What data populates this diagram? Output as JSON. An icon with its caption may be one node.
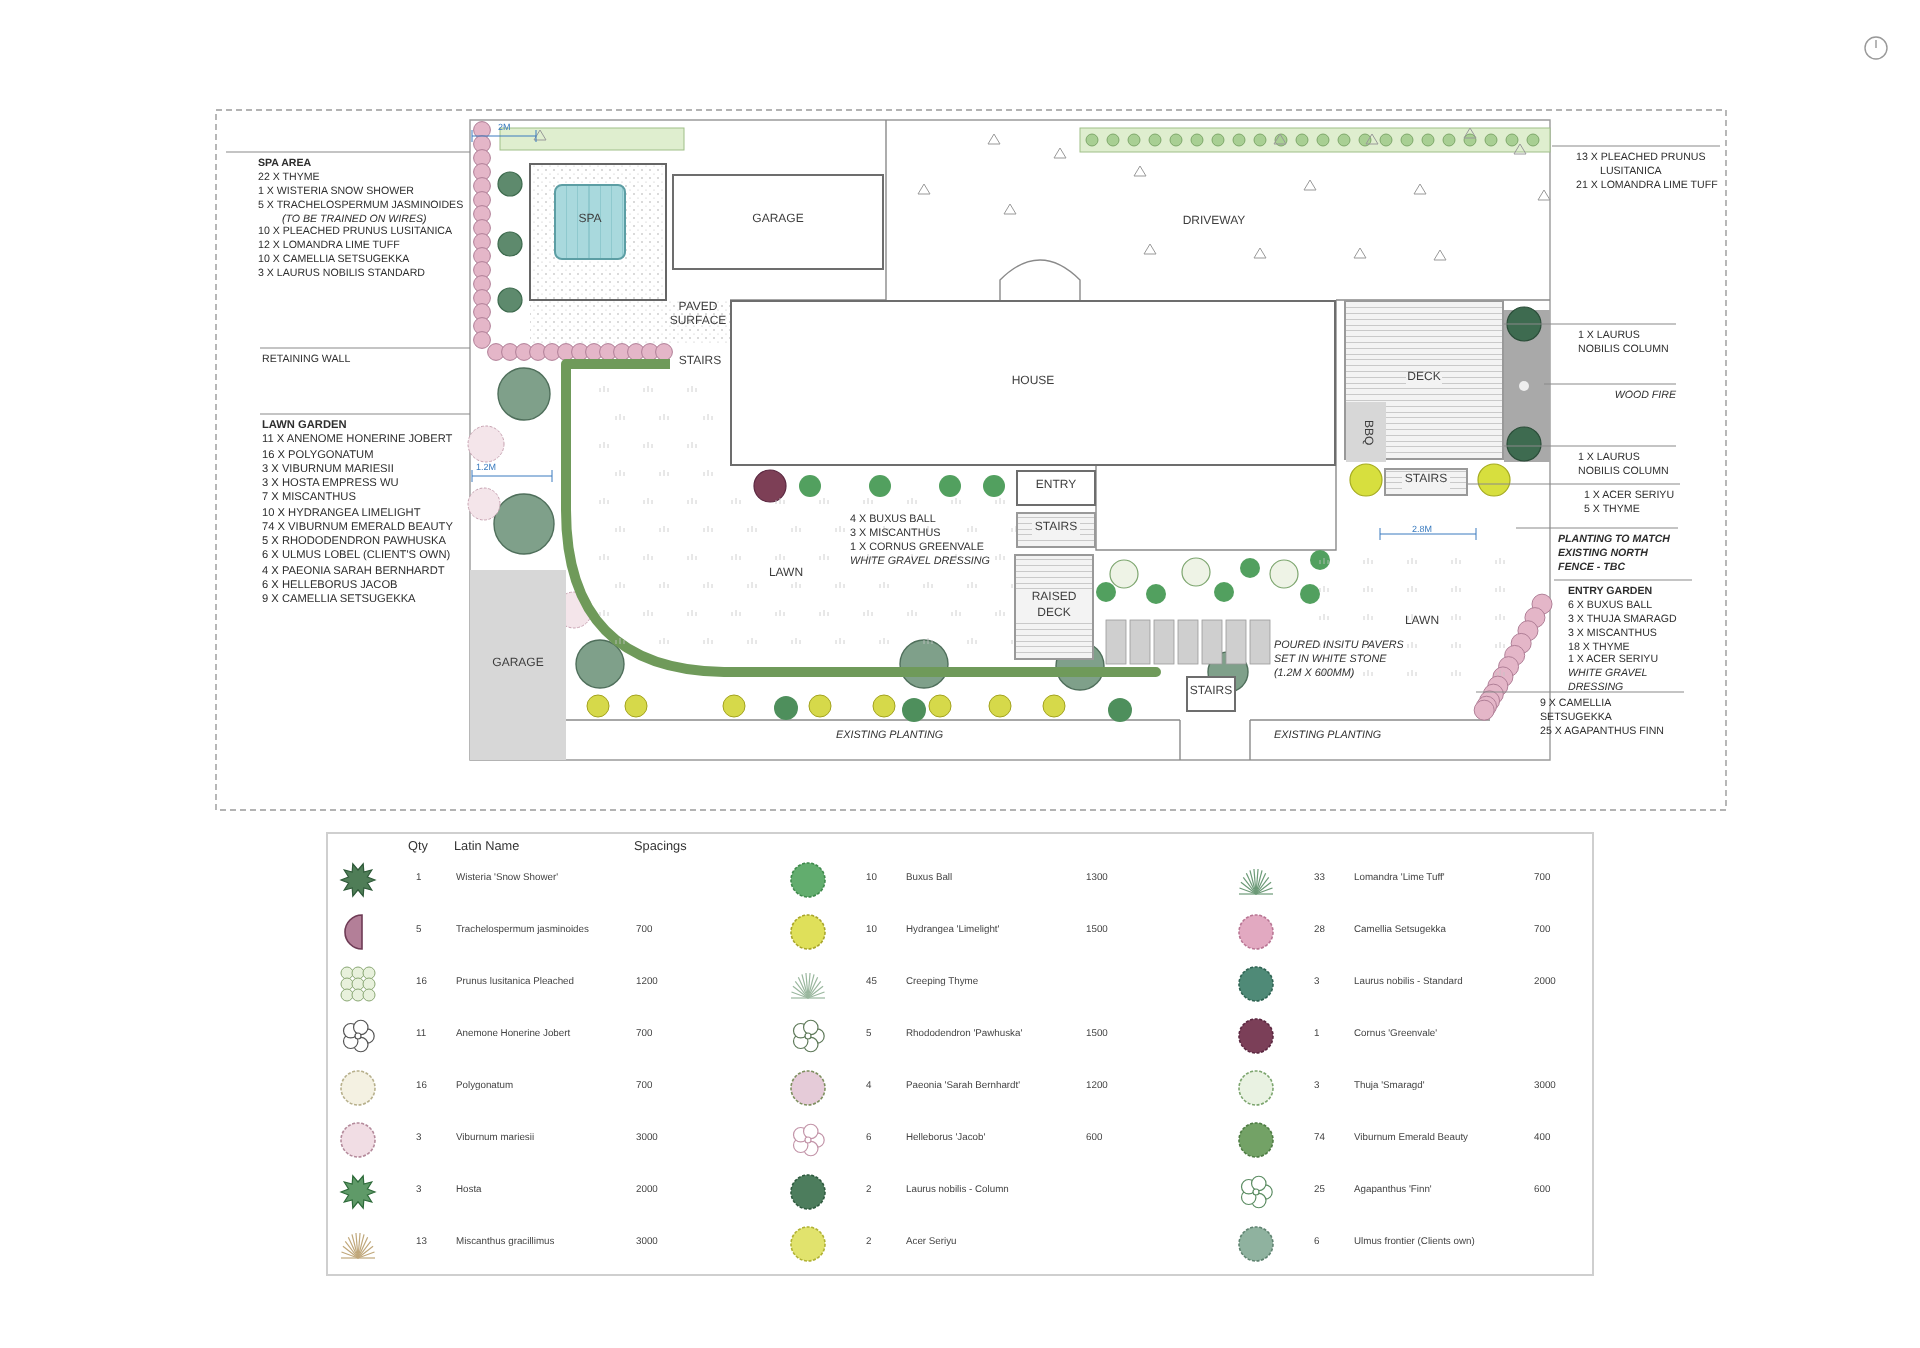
{
  "diagram": {
    "nodes": [
      {
        "text": [
          "SPA AREA",
          "22 X THYME",
          "1 X WISTERIA SNOW SHOWER",
          "5 X TRACHELOSPERMUM JASMINOIDES",
          "(TO BE TRAINED ON WIRES)",
          "10 X PLEACHED PRUNUS LUSITANICA",
          "12 X LOMANDRA LIME TUFF",
          "10 X CAMELLIA SETSUGEKKA",
          "3 X LAURUS NOBILIS STANDARD"
        ]
      },
      {
        "text": [
          "RETAINING WALL"
        ]
      },
      {
        "text": [
          "LAWN GARDEN",
          "11 X ANENOME HONERINE JOBERT",
          "16 X POLYGONATUM",
          "3 X VIBURNUM MARIESII",
          "3 X HOSTA EMPRESS WU",
          "7 X MISCANTHUS",
          "10 X HYDRANGEA LIMELIGHT",
          "74 X VIBURNUM EMERALD BEAUTY",
          "5 X RHODODENDRON PAWHUSKA",
          "6 X ULMUS LOBEL (CLIENT'S OWN)",
          "4 X PAEONIA SARAH BERNHARDT",
          "6 X HELLEBORUS JACOB",
          "9 X CAMELLIA SETSUGEKKA"
        ]
      },
      {
        "text": [
          "SPA"
        ]
      },
      {
        "text": [
          "GARAGE"
        ]
      },
      {
        "text": [
          "DRIVEWAY"
        ]
      },
      {
        "text": [
          "PAVED SURFACE"
        ]
      },
      {
        "text": [
          "STAIRS"
        ]
      },
      {
        "text": [
          "HOUSE"
        ]
      },
      {
        "text": [
          "DECK"
        ]
      },
      {
        "text": [
          "BBQ"
        ],
        "in": 9
      },
      {
        "text": [
          "STAIRS"
        ]
      },
      {
        "text": [
          "ENTRY"
        ]
      },
      {
        "text": [
          "STAIRS"
        ]
      },
      {
        "text": [
          "LAWN"
        ]
      },
      {
        "text": [
          "RAISED DECK"
        ]
      },
      {
        "text": [
          "LAWN"
        ]
      },
      {
        "text": [
          "GARAGE"
        ]
      },
      {
        "text": [
          "STAIRS"
        ]
      },
      {
        "text": [
          "13 X PLEACHED PRUNUS LUSITANICA",
          "21 X LOMANDRA LIME TUFF"
        ]
      },
      {
        "text": [
          "1 X LAURUS NOBILIS COLUMN"
        ]
      },
      {
        "text": [
          "WOOD FIRE"
        ]
      },
      {
        "text": [
          "1 X LAURUS NOBILIS COLUMN"
        ]
      },
      {
        "text": [
          "1 X ACER SERIYU",
          "5 X THYME"
        ]
      },
      {
        "text": [
          "PLANTING TO MATCH EXISTING NORTH FENCE - TBC"
        ]
      },
      {
        "text": [
          "ENTRY GARDEN",
          "6 X BUXUS BALL",
          "3 X THUJA SMARAGD",
          "3 X MISCANTHUS",
          "18 X THYME",
          "1 X ACER SERIYU",
          "WHITE GRAVEL DRESSING"
        ]
      },
      {
        "text": [
          "9 X CAMELLIA SETSUGEKKA",
          "25 X AGAPANTHUS FINN"
        ]
      }
    ],
    "edges": [
      {
        "from": 0,
        "to": null,
        "arrow": "none"
      },
      {
        "from": 1,
        "to": null,
        "arrow": "none"
      },
      {
        "from": 2,
        "to": null,
        "arrow": "none"
      },
      {
        "from": 19,
        "to": null,
        "arrow": "none"
      },
      {
        "from": 20,
        "to": 9,
        "arrow": "none"
      },
      {
        "from": 21,
        "to": null,
        "arrow": "none"
      },
      {
        "from": 22,
        "to": 9,
        "arrow": "none"
      },
      {
        "from": 23,
        "to": 11,
        "arrow": "none"
      },
      {
        "from": 24,
        "to": null,
        "arrow": "none"
      },
      {
        "from": 25,
        "to": null,
        "arrow": "none"
      },
      {
        "from": 26,
        "to": null,
        "arrow": "none"
      }
    ],
    "labels": [
      "2M",
      "4 X BUXUS BALL",
      "3 X MISCANTHUS",
      "1 X CORNUS GREENVALE",
      "WHITE GRAVEL DRESSING",
      "1.2M",
      "2.8M",
      "POURED INSITU PAVERS",
      "SET IN WHITE STONE",
      "(1.2M X 600MM)",
      "EXISTING PLANTING",
      "EXISTING PLANTING",
      "Qty",
      "Latin Name",
      "Spacings",
      "1",
      "Wisteria 'Snow Shower'",
      "10",
      "Buxus Ball",
      "1300",
      "33",
      "Lomandra 'Lime Tuff'",
      "700",
      "5",
      "Trachelospermum jasminoides",
      "700",
      "10",
      "Hydrangea 'Limelight'",
      "1500",
      "28",
      "Camellia Setsugekka",
      "700",
      "16",
      "Prunus lusitanica Pleached",
      "1200",
      "45",
      "Creeping Thyme",
      "3",
      "Laurus nobilis - Standard",
      "2000",
      "11",
      "Anemone Honerine Jobert",
      "700",
      "5",
      "Rhododendron 'Pawhuska'",
      "1500",
      "1",
      "Cornus 'Greenvale'",
      "16",
      "Polygonatum",
      "700",
      "4",
      "Paeonia 'Sarah Bernhardt'",
      "1200",
      "3",
      "Thuja 'Smaragd'",
      "3000",
      "3",
      "Viburnum mariesii",
      "3000",
      "6",
      "Helleborus 'Jacob'",
      "600",
      "74",
      "Viburnum Emerald Beauty",
      "400",
      "3",
      "Hosta",
      "2000",
      "2",
      "Laurus nobilis - Column",
      "25",
      "Agapanthus 'Finn'",
      "600",
      "13",
      "Miscanthus gracillimus",
      "3000",
      "2",
      "Acer Seriyu",
      "6",
      "Ulmus frontier (Clients own)"
    ]
  }
}
